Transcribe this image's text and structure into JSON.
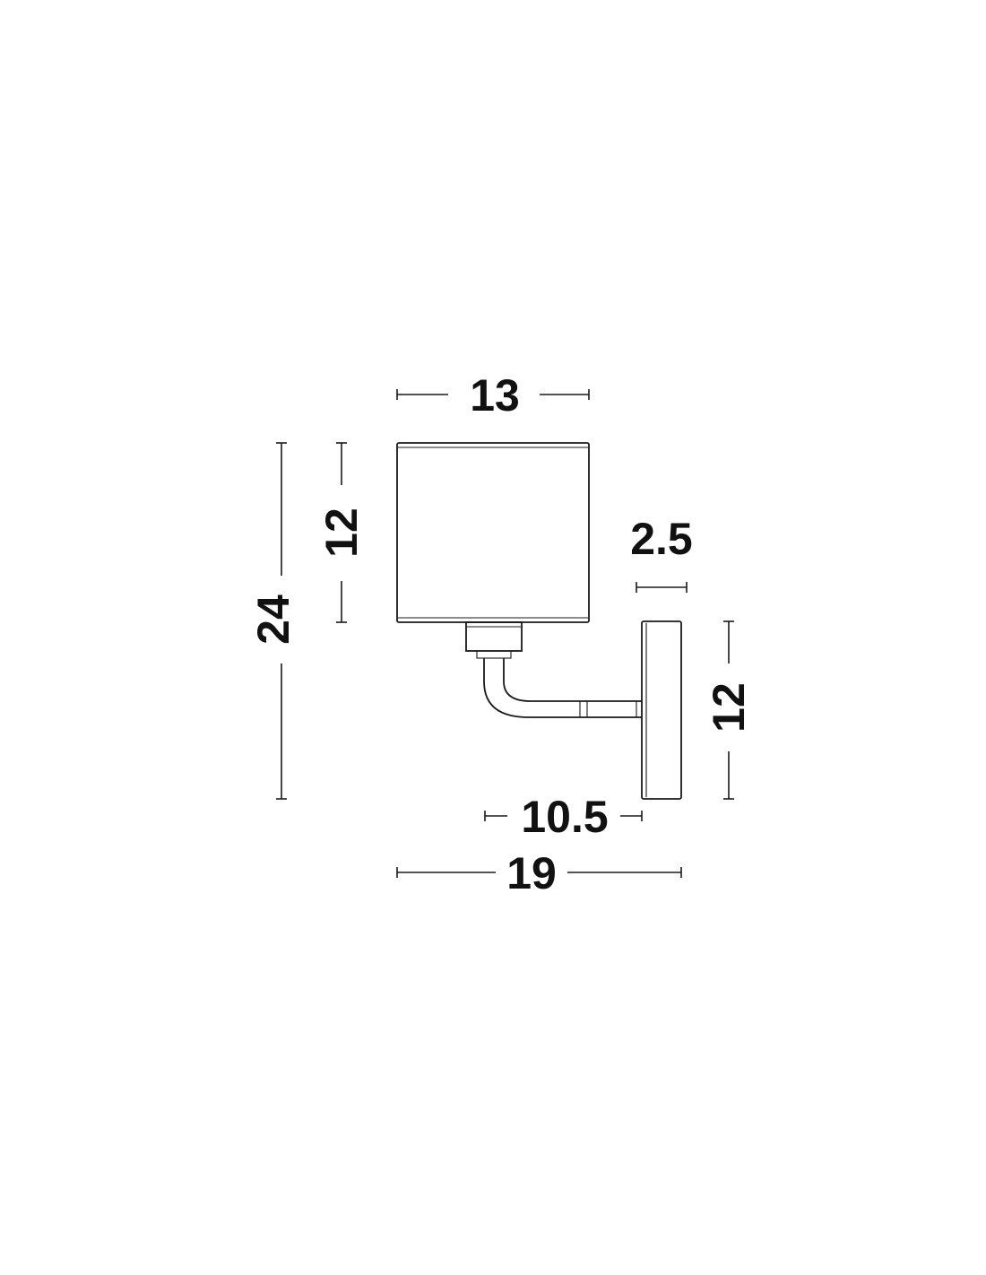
{
  "drawing": {
    "line_color": "#1a1a1a",
    "text_color": "#111111",
    "background": "#ffffff"
  },
  "dimensions": {
    "shade_width": "13",
    "shade_height": "12",
    "total_height": "24",
    "backplate_depth": "2.5",
    "backplate_height": "12",
    "arm_projection": "10.5",
    "total_depth": "19"
  }
}
